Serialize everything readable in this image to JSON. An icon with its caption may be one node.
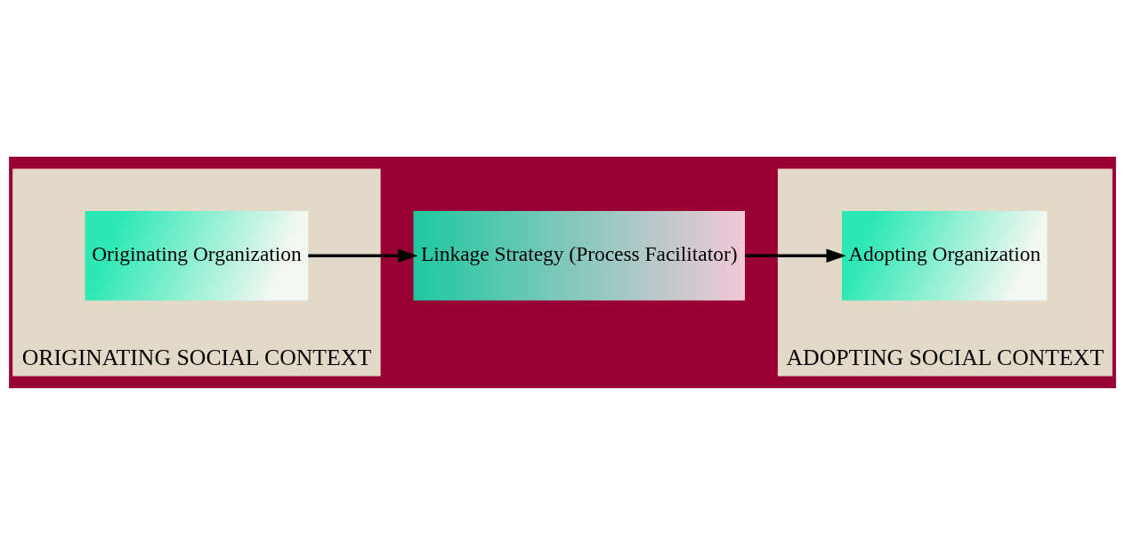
{
  "diagram": {
    "nodes": [
      {
        "text": [
          "ORIGINATING SOCIAL CONTEXT"
        ]
      },
      {
        "text": [
          "Originating Organization"
        ],
        "in": 0
      },
      {
        "text": [
          "Linkage Strategy (Process Facilitator)"
        ]
      },
      {
        "text": [
          "ADOPTING SOCIAL CONTEXT"
        ]
      },
      {
        "text": [
          "Adopting Organization"
        ],
        "in": 3
      }
    ],
    "edges": [
      {
        "from": 1,
        "to": 2,
        "arrow": "to"
      },
      {
        "from": 2,
        "to": 4,
        "arrow": "to"
      }
    ]
  }
}
